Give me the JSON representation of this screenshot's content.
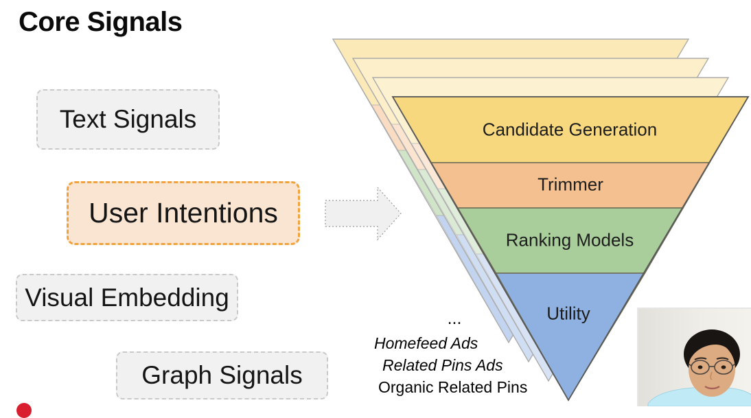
{
  "title": "Core Signals",
  "signals": {
    "items": [
      {
        "label": "Text Signals",
        "highlighted": false
      },
      {
        "label": "User Intentions",
        "highlighted": true
      },
      {
        "label": "Visual Embedding",
        "highlighted": false
      },
      {
        "label": "Graph Signals",
        "highlighted": false
      }
    ]
  },
  "funnel": {
    "stages": [
      {
        "label": "Candidate Generation",
        "color": "#F8D87E"
      },
      {
        "label": "Trimmer",
        "color": "#F5C08F"
      },
      {
        "label": "Ranking Models",
        "color": "#A9CE9B"
      },
      {
        "label": "Utility",
        "color": "#8FB1E2"
      }
    ],
    "surfaces": {
      "ellipsis": "...",
      "lines": [
        "Homefeed Ads",
        "Related Pins Ads",
        "Organic Related Pins"
      ]
    },
    "back_layer_count": 3
  },
  "colors": {
    "highlight_border": "#F0A23C",
    "highlight_background": "#FAE5D2",
    "box_background": "#F1F1F1",
    "box_border": "#C9C9C9",
    "funnel_outline": "#595959",
    "record_dot": "#D91F2F"
  }
}
